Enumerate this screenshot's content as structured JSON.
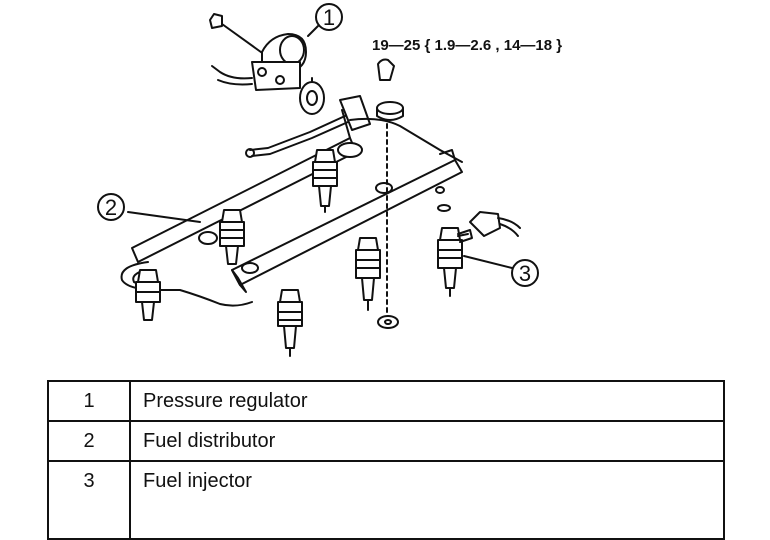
{
  "torque_spec": "19—25 { 1.9—2.6 , 14—18 }",
  "callouts": [
    "1",
    "2",
    "3"
  ],
  "legend": [
    {
      "number": "1",
      "label": "Pressure regulator"
    },
    {
      "number": "2",
      "label": "Fuel distributor"
    },
    {
      "number": "3",
      "label": "Fuel injector"
    }
  ]
}
